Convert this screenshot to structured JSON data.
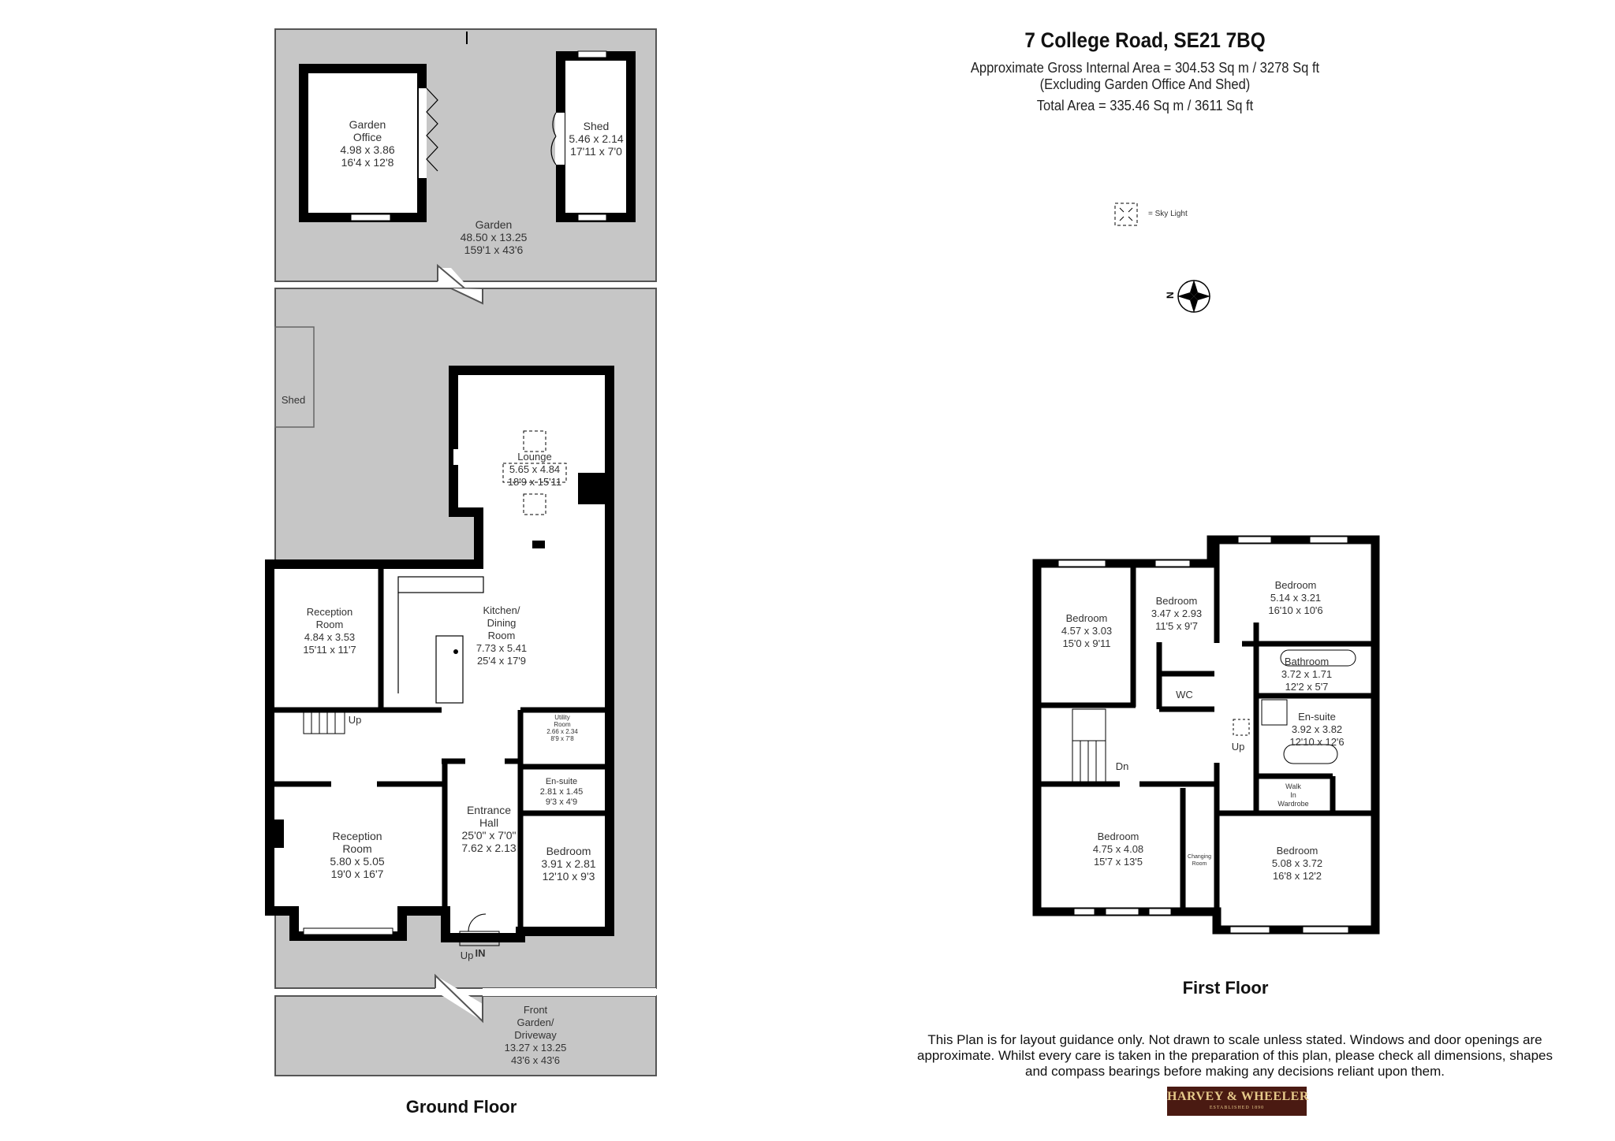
{
  "header": {
    "title": "7 College Road, SE21 7BQ",
    "gross_internal_area": "Approximate Gross Internal Area = 304.53 Sq m / 3278 Sq ft",
    "exclusion_note": "(Excluding Garden Office And Shed)",
    "total_area": "Total Area = 335.46 Sq m / 3611 Sq ft"
  },
  "legend": {
    "sky_light_icon": "dashed-square-x-icon",
    "sky_light_label": "= Sky Light"
  },
  "compass": {
    "label": "N",
    "icon": "compass-rose-icon"
  },
  "floors": {
    "ground": {
      "title": "Ground Floor",
      "rooms": [
        {
          "lines": [
            "Garden",
            "Office",
            "4.98 x 3.86",
            "16'4 x 12'8"
          ]
        },
        {
          "lines": [
            "Shed",
            "5.46 x 2.14",
            "17'11 x 7'0"
          ]
        },
        {
          "lines": [
            "Garden",
            "48.50 x 13.25",
            "159'1 x 43'6"
          ]
        },
        {
          "lines": [
            "Shed"
          ]
        },
        {
          "lines": [
            "Lounge",
            "5.65 x 4.84",
            "18'9 x 15'11"
          ]
        },
        {
          "lines": [
            "Reception",
            "Room",
            "4.84 x 3.53",
            "15'11 x 11'7"
          ]
        },
        {
          "lines": [
            "Kitchen/",
            "Dining",
            "Room",
            "7.73 x 5.41",
            "25'4 x 17'9"
          ]
        },
        {
          "lines": [
            "Up"
          ]
        },
        {
          "lines": [
            "Utility",
            "Room",
            "2.66 x 2.34",
            "8'9 x 7'8"
          ]
        },
        {
          "lines": [
            "En-suite",
            "2.81 x 1.45",
            "9'3 x 4'9"
          ]
        },
        {
          "lines": [
            "Entrance",
            "Hall",
            "25'0\" x 7'0\"",
            "7.62 x 2.13"
          ]
        },
        {
          "lines": [
            "Reception",
            "Room",
            "5.80 x 5.05",
            "19'0 x 16'7"
          ]
        },
        {
          "lines": [
            "Bedroom",
            "3.91 x 2.81",
            "12'10 x 9'3"
          ]
        },
        {
          "lines": [
            "Up"
          ]
        },
        {
          "lines": [
            "IN"
          ]
        },
        {
          "lines": [
            "Front",
            "Garden/",
            "Driveway",
            "13.27 x 13.25",
            "43'6 x 43'6"
          ]
        }
      ]
    },
    "first": {
      "title": "First Floor",
      "rooms": [
        {
          "lines": [
            "Bedroom",
            "4.57 x 3.03",
            "15'0 x 9'11"
          ]
        },
        {
          "lines": [
            "Bedroom",
            "3.47 x 2.93",
            "11'5 x 9'7"
          ]
        },
        {
          "lines": [
            "Bedroom",
            "5.14 x 3.21",
            "16'10 x 10'6"
          ]
        },
        {
          "lines": [
            "Bathroom",
            "3.72 x 1.71",
            "12'2 x 5'7"
          ]
        },
        {
          "lines": [
            "WC"
          ]
        },
        {
          "lines": [
            "En-suite",
            "3.92 x 3.82",
            "12'10 x 12'6"
          ]
        },
        {
          "lines": [
            "Up"
          ]
        },
        {
          "lines": [
            "Dn"
          ]
        },
        {
          "lines": [
            "Walk",
            "In",
            "Wardrobe"
          ]
        },
        {
          "lines": [
            "Bedroom",
            "4.75 x 4.08",
            "15'7 x 13'5"
          ]
        },
        {
          "lines": [
            "Changing",
            "Room"
          ]
        },
        {
          "lines": [
            "Bedroom",
            "5.08 x 3.72",
            "16'8 x 12'2"
          ]
        }
      ]
    }
  },
  "disclaimer": "This Plan is for layout guidance only. Not drawn to scale unless stated. Windows and door openings are approximate. Whilst every care is taken in the preparation of this plan, please check all dimensions, shapes and compass bearings before making any decisions reliant upon them.",
  "logo": {
    "name": "HARVEY & WHEELER",
    "tagline": "ESTABLISHED 1890"
  },
  "colors": {
    "garden": "#c6c6c6",
    "wall": "#000000",
    "logo_bg": "#4a1a12",
    "logo_text": "#e6c98a"
  }
}
